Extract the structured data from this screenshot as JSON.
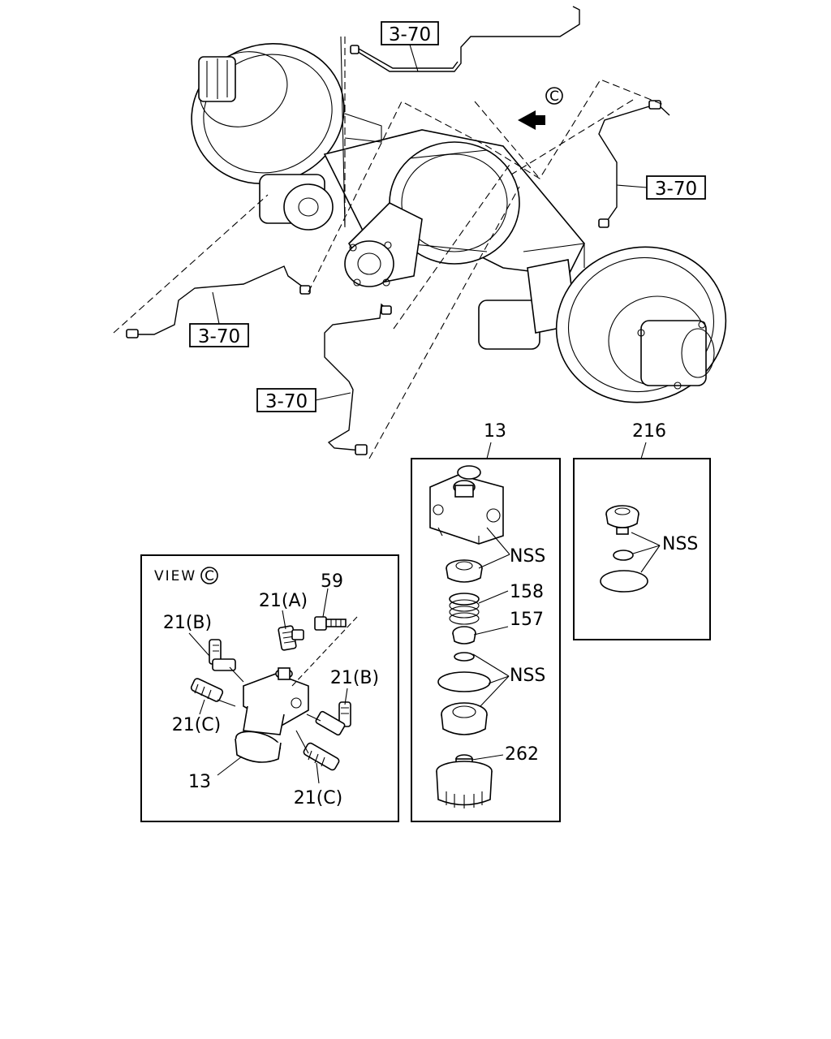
{
  "refs": {
    "r1": "3-70",
    "r2": "3-70",
    "r3": "3-70",
    "r4": "3-70"
  },
  "view_marker": "C",
  "view_label": "VIEW",
  "view_label_circle": "C",
  "callouts": {
    "n13_top": "13",
    "n216": "216",
    "nss_1": "NSS",
    "n158": "158",
    "n157": "157",
    "nss_2": "NSS",
    "n262": "262",
    "nss_216": "NSS",
    "n59": "59",
    "n21a": "21(A)",
    "n21b_left": "21(B)",
    "n21b_right": "21(B)",
    "n21c_left": "21(C)",
    "n21c_bottom": "21(C)",
    "n13_view": "13"
  }
}
